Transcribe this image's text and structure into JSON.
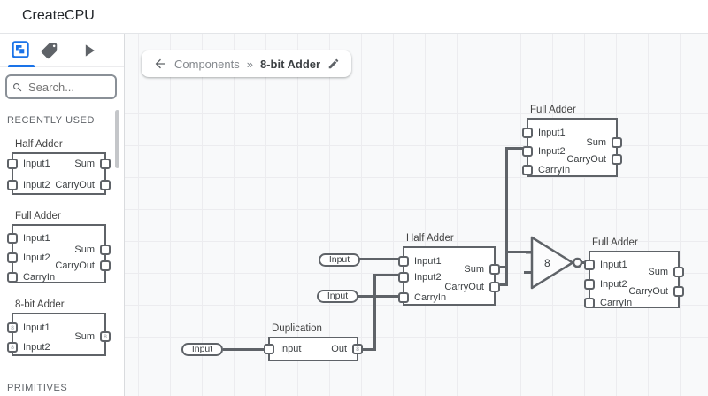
{
  "header": {
    "title": "CreateCPU"
  },
  "sidebar": {
    "search": {
      "placeholder": "Search..."
    },
    "recently_used_label": "RECENTLY USED",
    "primitives_label": "PRIMITIVES",
    "tabs": [
      {
        "icon": "components-icon",
        "active": true
      },
      {
        "icon": "tag-icon",
        "active": false
      },
      {
        "icon": "play-icon",
        "active": false
      }
    ],
    "chips": [
      {
        "title": "Half Adder",
        "left_ports": [
          "Input1",
          "Input2"
        ],
        "right_ports": [
          "Sum",
          "CarryOut"
        ]
      },
      {
        "title": "Full Adder",
        "left_ports": [
          "Input1",
          "Input2",
          "CarryIn"
        ],
        "right_ports": [
          "Sum",
          "CarryOut"
        ]
      },
      {
        "title": "8-bit Adder",
        "left_ports": [
          "Input1",
          "Input2"
        ],
        "right_ports": [
          "Sum"
        ],
        "bus_width": "8"
      }
    ]
  },
  "breadcrumb": {
    "parent": "Components",
    "separator": "»",
    "current": "8-bit Adder"
  },
  "canvas": {
    "inputs": [
      {
        "label": "Input"
      },
      {
        "label": "Input"
      },
      {
        "label": "Input"
      }
    ],
    "nodes": [
      {
        "title": "Full Adder",
        "left_ports": [
          "Input1",
          "Input2",
          "CarryIn"
        ],
        "right_ports": [
          "Sum",
          "CarryOut"
        ]
      },
      {
        "title": "Half Adder",
        "left_ports": [
          "Input1",
          "Input2",
          "CarryIn"
        ],
        "right_ports": [
          "Sum",
          "CarryOut"
        ]
      },
      {
        "title": "Full Adder",
        "left_ports": [
          "Input1",
          "Input2",
          "CarryIn"
        ],
        "right_ports": [
          "Sum",
          "CarryOut"
        ]
      },
      {
        "title": "Duplication",
        "left_ports": [
          "Input"
        ],
        "right_ports": [
          "Out"
        ],
        "bus_width": "8"
      }
    ],
    "not_gate": {
      "bus_width": "8"
    }
  },
  "colors": {
    "accent": "#1a73e8",
    "wire": "#5f6368",
    "chip_border": "#5f6368"
  }
}
